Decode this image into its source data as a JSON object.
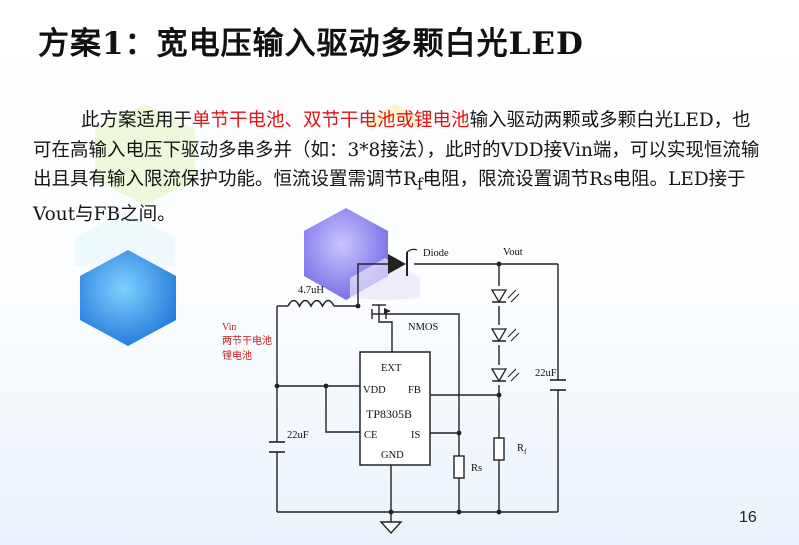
{
  "slide": {
    "title": "方案1：宽电压输入驱动多颗白光LED",
    "paragraph": {
      "intro": "此方案适用于",
      "highlight1": "单节干电池",
      "sep": "、",
      "highlight2": "双节干电池或锂电池",
      "rest": "输入驱动两颗或多颗白光LED，也可在高输入电压下驱动多串多并（如：3*8接法），此时的VDD接Vin端，可以实现恒流输出且具有输入限流保护功能。恒流设置需调节R",
      "rf_sub": "f",
      "rest2": "电阻，限流设置调节Rs电阻。LED接于Vout与FB之间。"
    },
    "page_number": "16"
  },
  "circuit": {
    "inductor_label": "4.7uH",
    "diode_label": "Diode",
    "vout_label": "Vout",
    "nmos_label": "NMOS",
    "vin_label": "Vin",
    "vin_note1": "两节干电池",
    "vin_note2": "锂电池",
    "ic_name": "TP8305B",
    "pin_ext": "EXT",
    "pin_vdd": "VDD",
    "pin_fb": "FB",
    "pin_ce": "CE",
    "pin_is": "IS",
    "pin_gnd": "GND",
    "cap_in_label": "22uF",
    "cap_out_label": "22uF",
    "rs_label": "Rs",
    "rf_label": "R",
    "rf_sub": "f",
    "colors": {
      "highlight": "#e01515",
      "vin_label": "#cc1a1a",
      "hex_blue": "#2f8de4"
    }
  }
}
